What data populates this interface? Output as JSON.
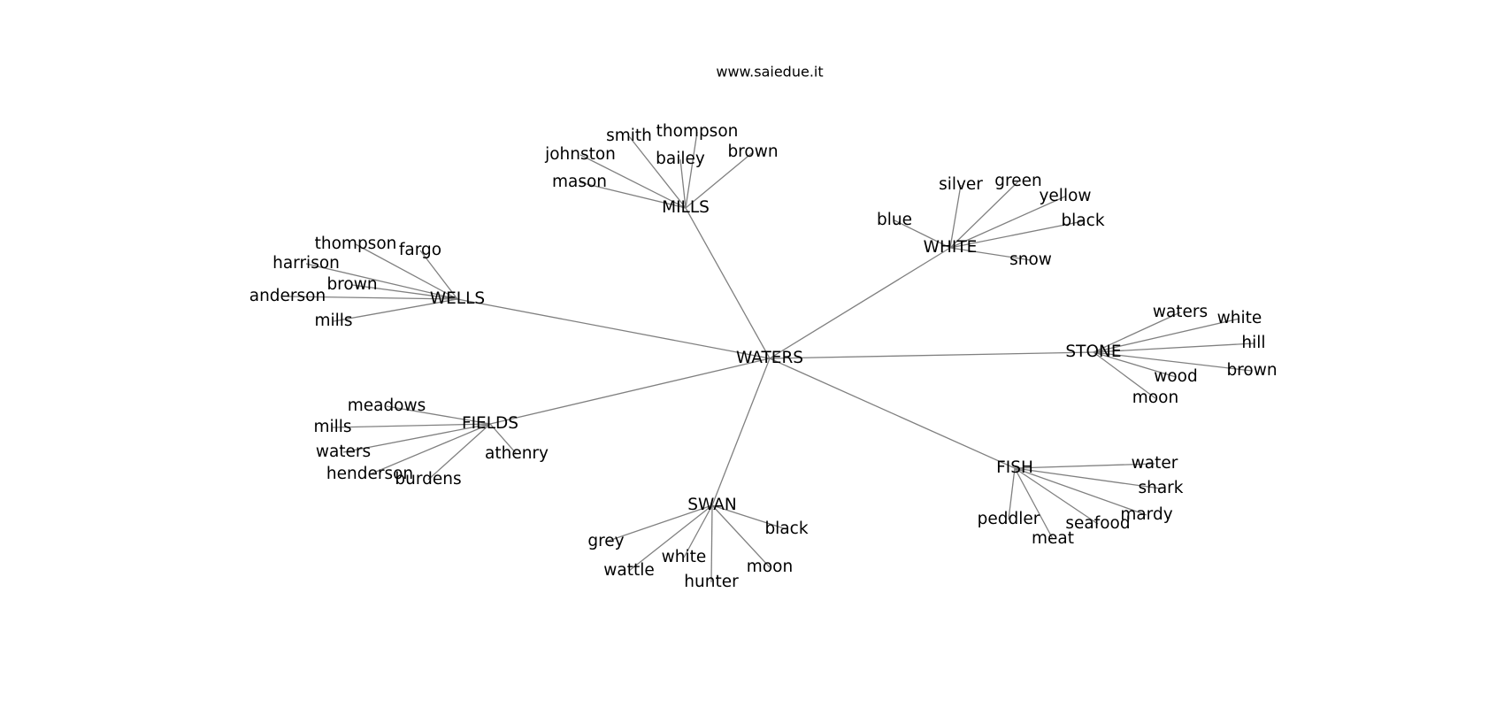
{
  "credit": "www.saiedue.it",
  "root": "WATERS",
  "clusters": [
    {
      "id": "mills",
      "label": "MILLS",
      "leaves": [
        "thompson",
        "smith",
        "johnston",
        "bailey",
        "brown",
        "mason"
      ]
    },
    {
      "id": "white",
      "label": "WHITE",
      "leaves": [
        "silver",
        "green",
        "yellow",
        "blue",
        "black",
        "snow"
      ]
    },
    {
      "id": "wells",
      "label": "WELLS",
      "leaves": [
        "thompson",
        "fargo",
        "harrison",
        "brown",
        "anderson",
        "mills"
      ]
    },
    {
      "id": "stone",
      "label": "STONE",
      "leaves": [
        "waters",
        "white",
        "hill",
        "brown",
        "wood",
        "moon"
      ]
    },
    {
      "id": "fields",
      "label": "FIELDS",
      "leaves": [
        "meadows",
        "mills",
        "waters",
        "athenry",
        "henderson",
        "burdens"
      ]
    },
    {
      "id": "fish",
      "label": "FISH",
      "leaves": [
        "water",
        "shark",
        "mardy",
        "seafood",
        "peddler",
        "meat"
      ]
    },
    {
      "id": "swan",
      "label": "SWAN",
      "leaves": [
        "black",
        "grey",
        "white",
        "wattle",
        "moon",
        "hunter"
      ]
    }
  ]
}
